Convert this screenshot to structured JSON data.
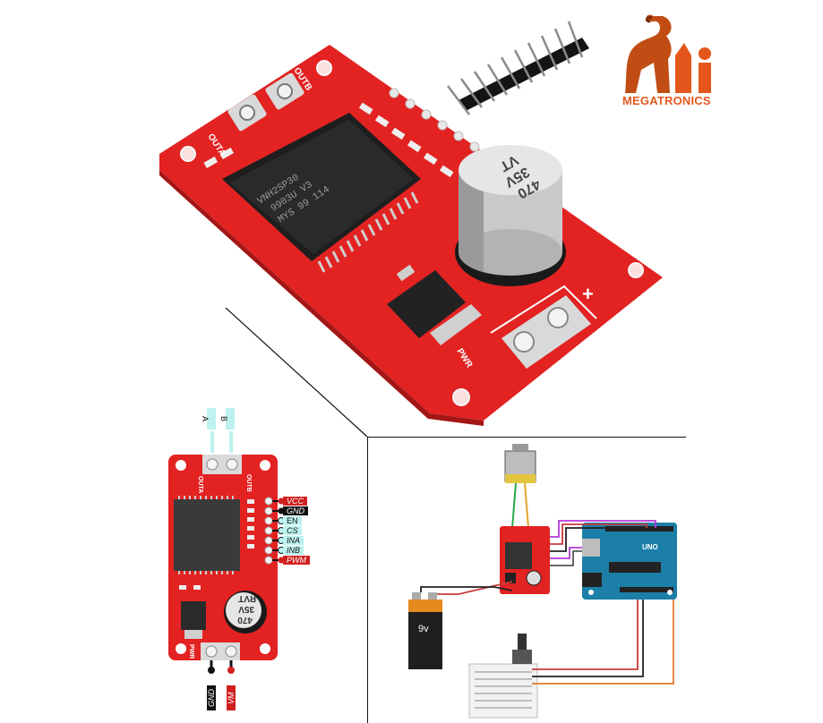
{
  "logo": {
    "brand": "MEGATRONICS",
    "letters": "Mi",
    "icon": "goat-icon"
  },
  "photo_board": {
    "chip_text": [
      "VNH2SP30",
      "9903U V3",
      "MYS 99 114"
    ],
    "capacitor_text": [
      "470",
      "35V",
      "VT"
    ],
    "silk_outa": "OUTA",
    "silk_outb": "OUTB",
    "silk_pwr": "PWR",
    "plus_sign": "+"
  },
  "pinout_board": {
    "top_tags": [
      "A",
      "B"
    ],
    "right_pins": [
      {
        "label": "VCC",
        "color": "#d11f1f",
        "text_color": "#ffffff"
      },
      {
        "label": "GND",
        "color": "#111111",
        "text_color": "#ffffff"
      },
      {
        "label": "EN",
        "color": "#bdf2f0",
        "text_color": "#111111"
      },
      {
        "label": "CS",
        "color": "#bdf2f0",
        "text_color": "#111111"
      },
      {
        "label": "INA",
        "color": "#bdf2f0",
        "text_color": "#111111"
      },
      {
        "label": "INB",
        "color": "#bdf2f0",
        "text_color": "#111111"
      },
      {
        "label": "PWM",
        "color": "#d11f1f",
        "text_color": "#ffffff"
      }
    ],
    "bottom_pins": [
      {
        "label": "GND",
        "color": "#111111",
        "text_color": "#ffffff"
      },
      {
        "label": "VM",
        "color": "#d11f1f",
        "text_color": "#ffffff"
      }
    ],
    "silk_outa": "OUTA",
    "silk_outb": "OUTB",
    "silk_pwr": "PWR",
    "capacitor_text": [
      "470",
      "35V",
      "RVT"
    ]
  },
  "wiring": {
    "battery_label": "9v",
    "board_label": "UNO"
  },
  "colors": {
    "pcb_red": "#e32222",
    "accent_orange": "#e4571c",
    "arduino_blue": "#1b7fa8"
  }
}
